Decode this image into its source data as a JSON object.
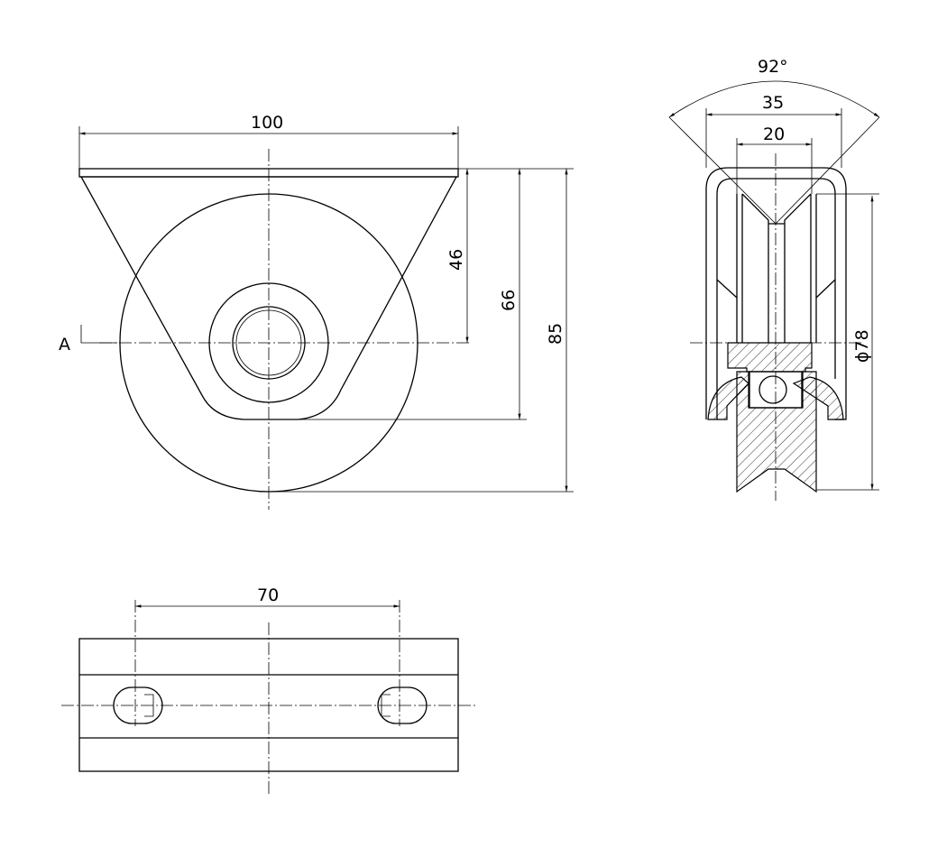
{
  "drawing": {
    "front_view": {
      "width_dim": "100",
      "height_46": "46",
      "height_66": "66",
      "height_85": "85",
      "section_label": "A"
    },
    "side_view": {
      "angle_dim": "92°",
      "outer_width_dim": "35",
      "inner_width_dim": "20",
      "diameter_dim": "ϕ78"
    },
    "top_view": {
      "hole_spacing_dim": "70"
    }
  }
}
